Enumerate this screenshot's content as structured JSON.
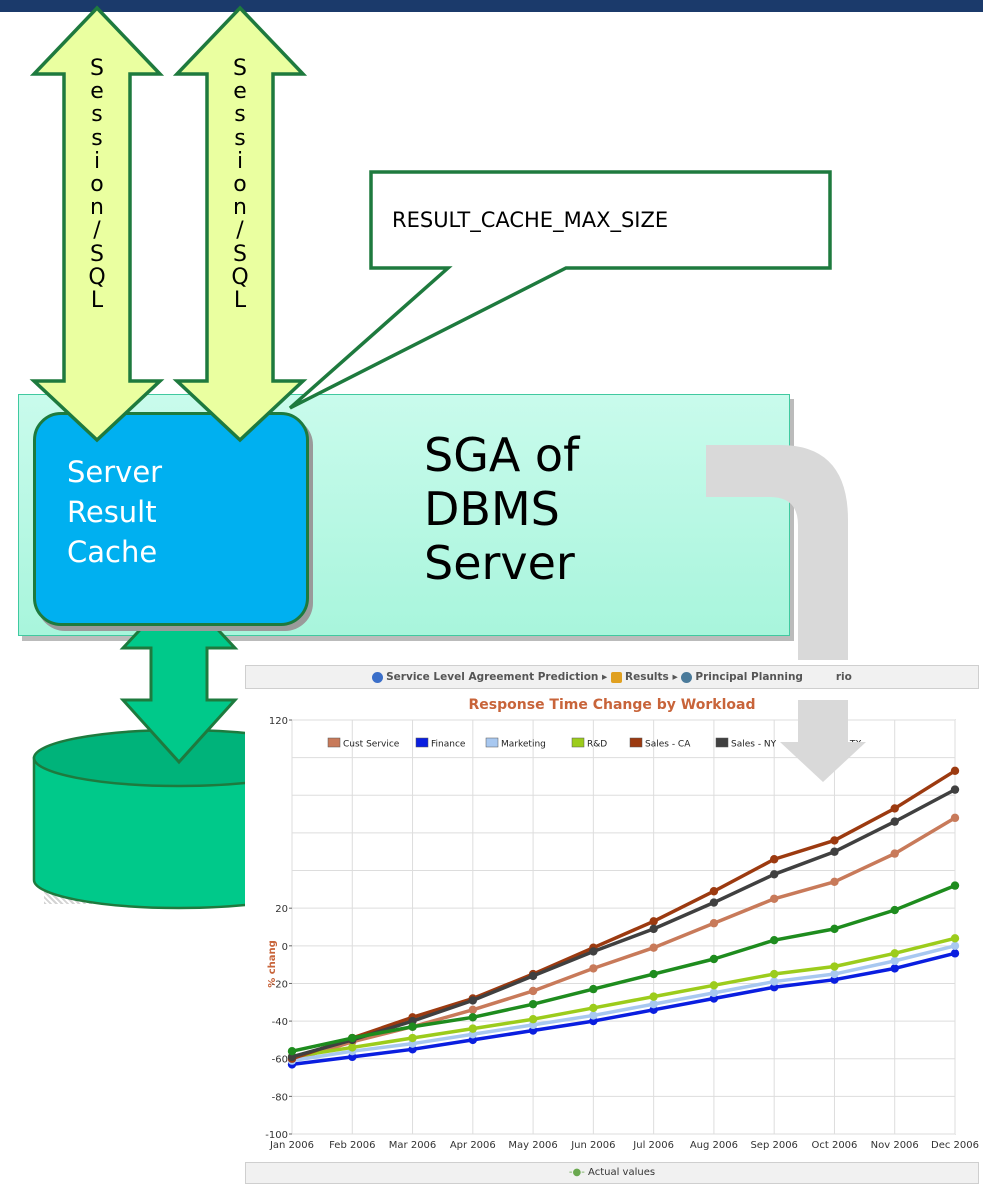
{
  "arrow_left": {
    "letters": [
      "S",
      "e",
      "s",
      "s",
      "i",
      "o",
      "n",
      "/",
      "S",
      "Q",
      "L"
    ]
  },
  "arrow_right": {
    "letters": [
      "S",
      "e",
      "s",
      "s",
      "i",
      "o",
      "n",
      "/",
      "S",
      "Q",
      "L"
    ]
  },
  "callout": {
    "text": "RESULT_CACHE_MAX_SIZE"
  },
  "cache": {
    "lines": [
      "Server",
      "Result",
      "Cache"
    ]
  },
  "sga": {
    "lines": [
      "SGA of",
      "DBMS",
      "Server"
    ]
  },
  "colors": {
    "arrow_fill": "#eaffa0",
    "arrow_stroke": "#1e7a3e",
    "cache_fill": "#00b0f0",
    "cylinder_fill": "#00c98a",
    "db_arrow_fill": "#00c98a",
    "gray_arrow": "#d9d9d9"
  },
  "breadcrumb": {
    "items": [
      "Service Level Agreement Prediction",
      "Results",
      "Principal Planning",
      "rio"
    ]
  },
  "footer": {
    "legend_label": "Actual values"
  },
  "chart_data": {
    "type": "line",
    "title": "Response Time Change by Workload",
    "xlabel": "",
    "ylabel": "% chang",
    "ylim": [
      -100,
      120
    ],
    "yticks": [
      -100,
      -80,
      -60,
      -40,
      -20,
      0,
      20,
      120
    ],
    "grid": true,
    "legend_position": "top-left",
    "categories": [
      "Jan 2006",
      "Feb 2006",
      "Mar 2006",
      "Apr 2006",
      "May 2006",
      "Jun 2006",
      "Jul 2006",
      "Aug 2006",
      "Sep 2006",
      "Oct 2006",
      "Nov 2006",
      "Dec 2006"
    ],
    "series": [
      {
        "name": "Cust Service",
        "color": "#c87a5a",
        "values": [
          -61,
          -51,
          -43,
          -34,
          -24,
          -12,
          -1,
          12,
          25,
          34,
          49,
          68
        ]
      },
      {
        "name": "Finance",
        "color": "#0a1ee0",
        "values": [
          -63,
          -59,
          -55,
          -50,
          -45,
          -40,
          -34,
          -28,
          -22,
          -18,
          -12,
          -4
        ]
      },
      {
        "name": "Marketing",
        "color": "#a8c8f0",
        "values": [
          -61,
          -56,
          -52,
          -47,
          -42,
          -37,
          -31,
          -25,
          -19,
          -15,
          -8,
          0
        ]
      },
      {
        "name": "R&D",
        "color": "#9ccc1c",
        "values": [
          -59,
          -54,
          -49,
          -44,
          -39,
          -33,
          -27,
          -21,
          -15,
          -11,
          -4,
          4
        ]
      },
      {
        "name": "Sales - CA",
        "color": "#9c3a10",
        "values": [
          -60,
          -49,
          -38,
          -28,
          -15,
          -1,
          13,
          29,
          46,
          56,
          73,
          93
        ]
      },
      {
        "name": "Sales - NY",
        "color": "#404040",
        "values": [
          -59,
          -50,
          -40,
          -29,
          -16,
          -3,
          9,
          23,
          38,
          50,
          66,
          83
        ]
      },
      {
        "name": "Sales - TX",
        "color": "#1e8c1e",
        "values": [
          -56,
          -49,
          -43,
          -38,
          -31,
          -23,
          -15,
          -7,
          3,
          9,
          19,
          32
        ]
      }
    ]
  }
}
